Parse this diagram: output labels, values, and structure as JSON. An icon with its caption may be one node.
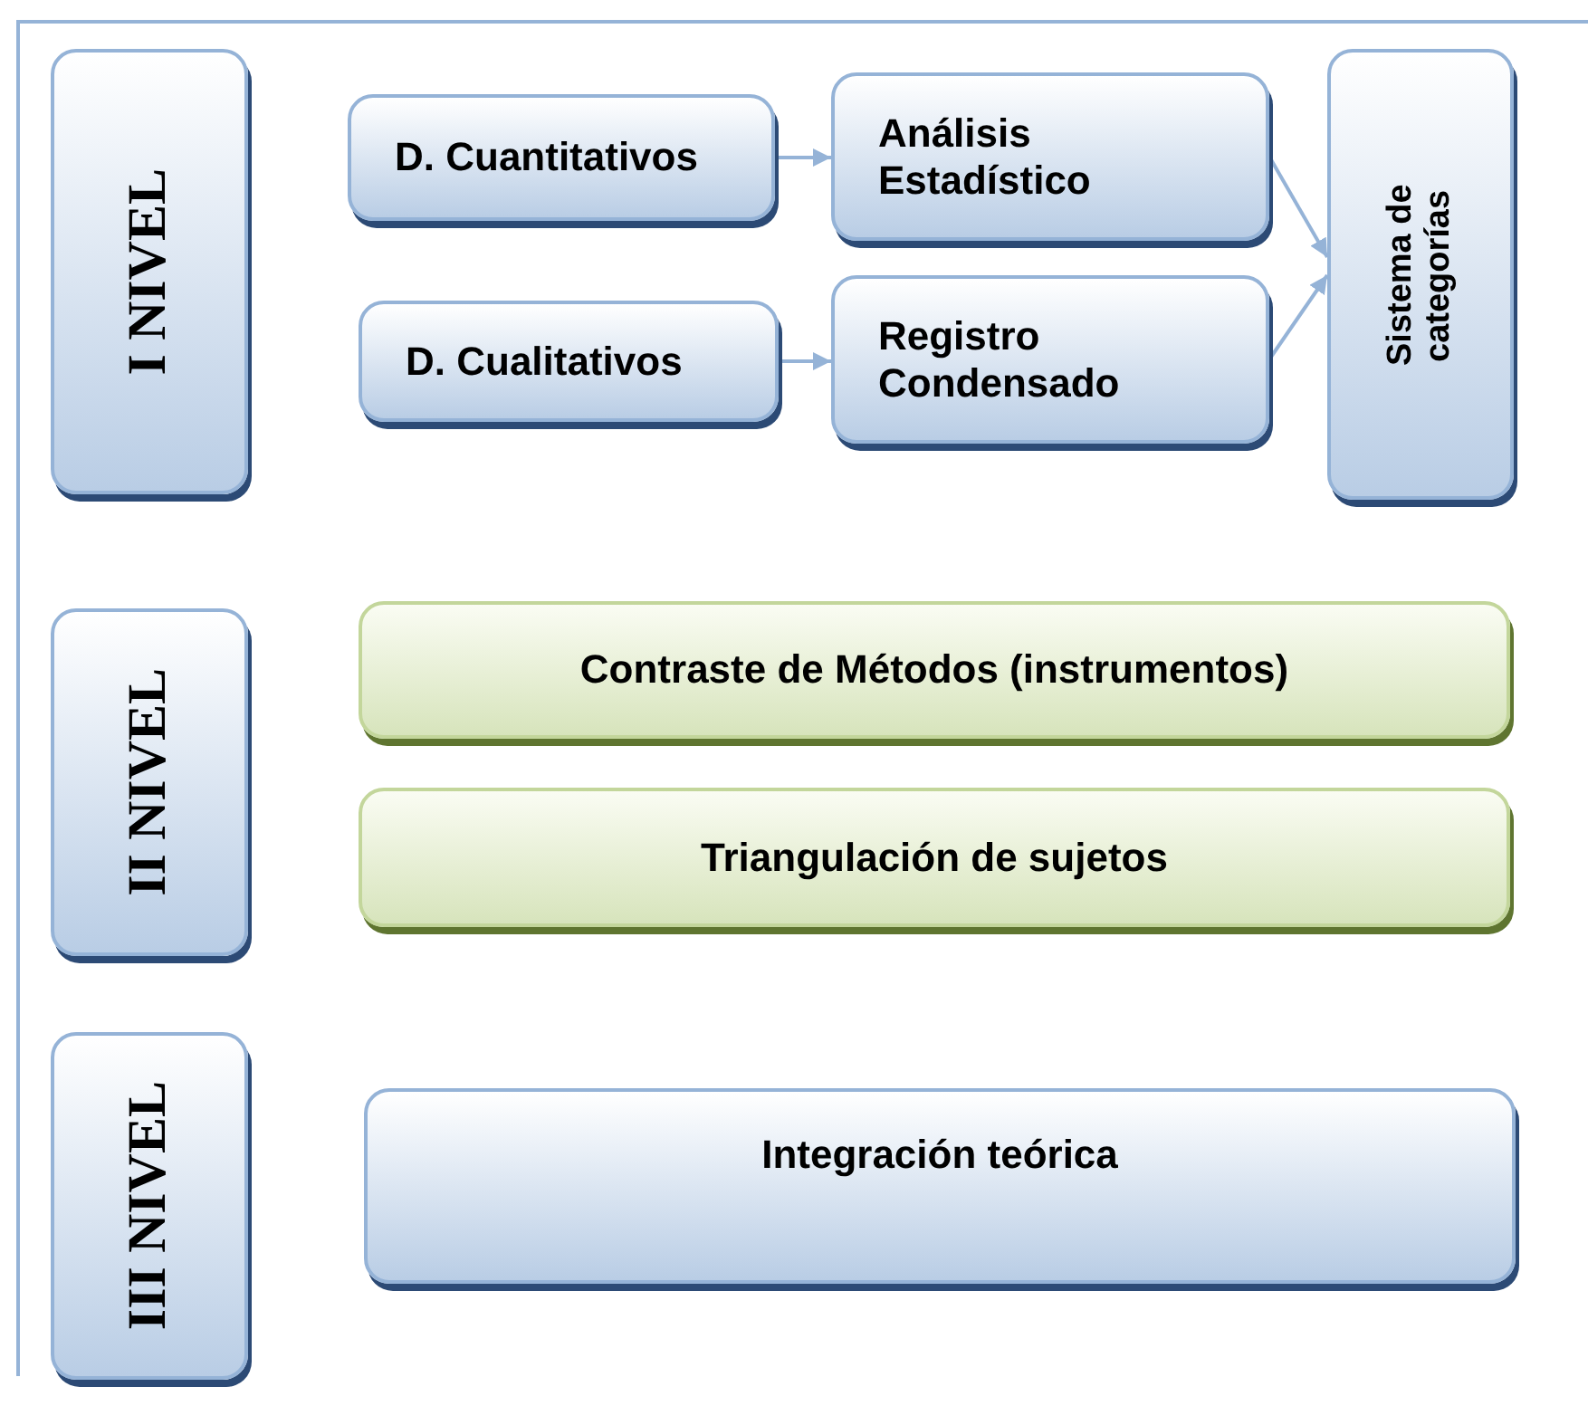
{
  "diagram": {
    "nodes": [
      {
        "text": [
          "I NIVEL"
        ]
      },
      {
        "text": [
          "D. Cuantitativos"
        ]
      },
      {
        "text": [
          "Análisis Estadístico"
        ]
      },
      {
        "text": [
          "Sistema de categorías"
        ]
      },
      {
        "text": [
          "D. Cualitativos"
        ]
      },
      {
        "text": [
          "Registro Condensado"
        ]
      },
      {
        "text": [
          "II NIVEL"
        ]
      },
      {
        "text": [
          "Contraste de Métodos (instrumentos)"
        ]
      },
      {
        "text": [
          "Triangulación de sujetos"
        ]
      },
      {
        "text": [
          "III NIVEL"
        ]
      },
      {
        "text": [
          "Integración teórica"
        ]
      }
    ],
    "edges": [
      {
        "from": 1,
        "to": 2,
        "arrow": "to"
      },
      {
        "from": 4,
        "to": 5,
        "arrow": "to"
      },
      {
        "from": 2,
        "to": 3,
        "arrow": "to"
      },
      {
        "from": 5,
        "to": 3,
        "arrow": "to"
      }
    ]
  }
}
